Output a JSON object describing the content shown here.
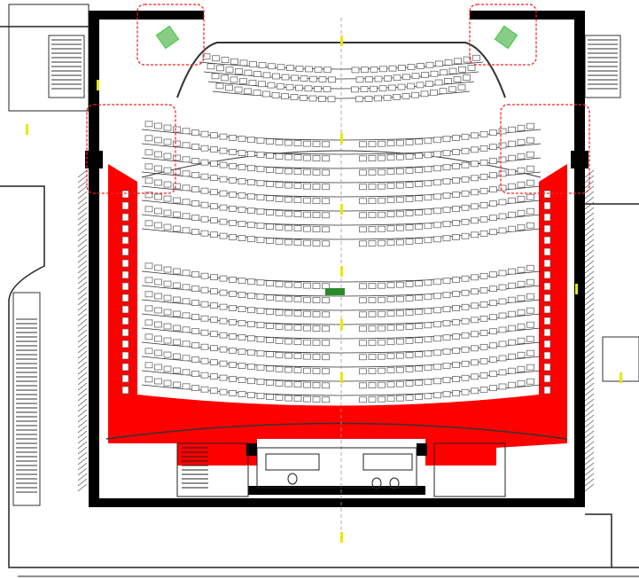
{
  "plan": {
    "type": "auditorium floor plan",
    "colors": {
      "wall": "#000000",
      "evacuation_zone": "#ff0000",
      "revision_cloud": "#ff2020",
      "dimension_marker": "#e8e800",
      "highlight_box": "#33cc33",
      "seat_outline": "#555555",
      "hatch": "#444444"
    },
    "seating": {
      "upper_rows": 4,
      "middle_rows": 8,
      "lower_rows": 9
    }
  }
}
